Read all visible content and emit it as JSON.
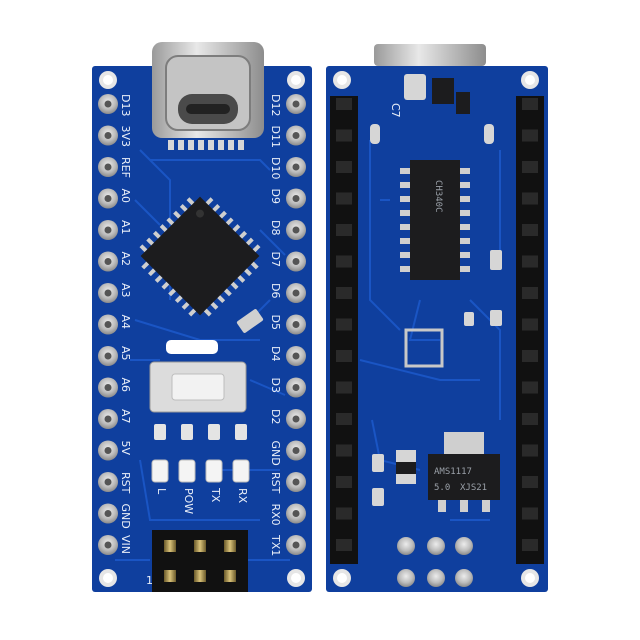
{
  "colors": {
    "board": "#0f3f9e",
    "board_dark": "#0a2f7a",
    "trace": "#1a55c4",
    "silkscreen": "#e8eef8",
    "pad": "#c9c9c9",
    "header_plastic": "#111111",
    "chip": "#1c1c1e",
    "background": "#ffffff"
  },
  "front_board": {
    "left_pin_labels": [
      "D13",
      "3V3",
      "REF",
      "A0",
      "A1",
      "A2",
      "A3",
      "A4",
      "A5",
      "A6",
      "A7",
      "5V",
      "RST",
      "GND",
      "VIN"
    ],
    "right_pin_labels": [
      "D12",
      "D11",
      "D10",
      "D9",
      "D8",
      "D7",
      "D6",
      "D5",
      "D4",
      "D3",
      "D2",
      "GND",
      "RST",
      "RX0",
      "TX1"
    ],
    "led_labels": [
      "L",
      "POW",
      "TX",
      "RX"
    ],
    "icsp_pin_one_label": "1",
    "icons": [
      "usb-c-connector-icon",
      "atmega-mcu-chip-icon",
      "reset-button-icon",
      "crystal-icon"
    ]
  },
  "back_board": {
    "usb_chip_marking": "CH340C",
    "regulator_marking_line1": "AMS1117",
    "regulator_marking_line2": "5.0",
    "regulator_marking_code": "XJS21",
    "capacitor_label": "C7",
    "icons": [
      "usb-serial-chip-icon",
      "voltage-regulator-icon",
      "pin-header-icon"
    ]
  }
}
